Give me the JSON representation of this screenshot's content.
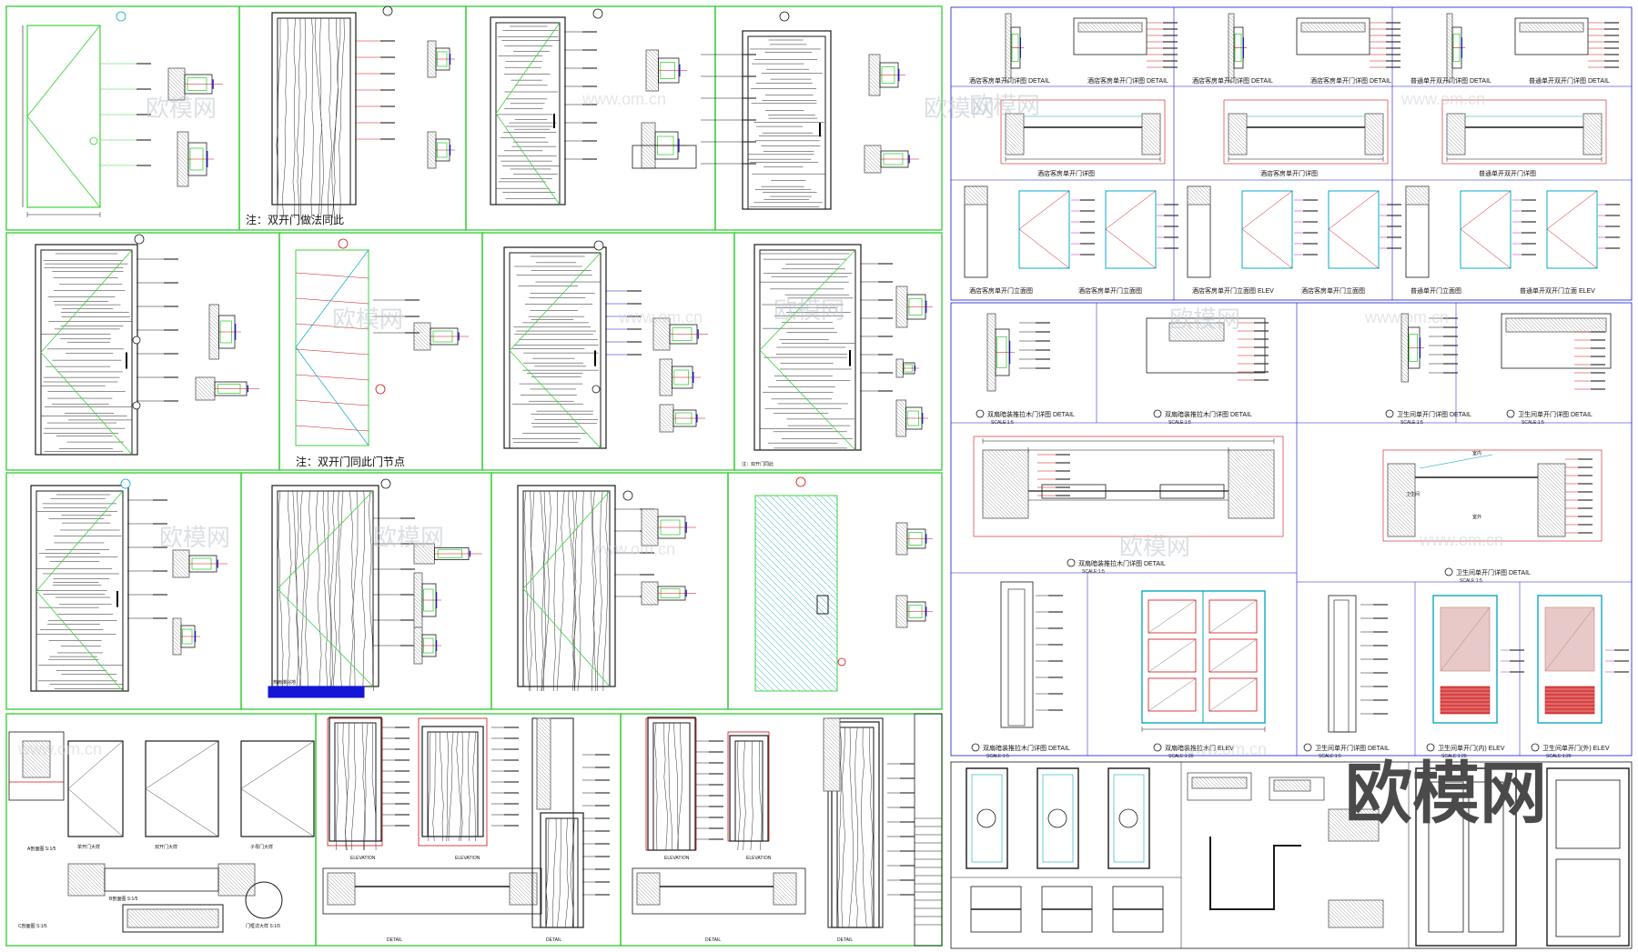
{
  "watermarks": {
    "text": "欧模网",
    "url": "www.om.cn",
    "logo": "欧模网"
  },
  "left_sheet": {
    "note_row1": "注：双开门做法同此",
    "note_row2": "注：双开门同此门节点",
    "row3_label": "热雨淋浴地",
    "bottom_labels": [
      "单开门大样",
      "双开门大样",
      "子母门大样"
    ],
    "section_labels": [
      "A剖面图 S:1/5",
      "B剖面图 S:1/5",
      "C剖面图 S:1/5",
      "门框详大样 S:1/5"
    ],
    "elevation_titles": [
      "ELEVATION",
      "ELEVATION",
      "ELEVATION",
      "ELEVATION"
    ],
    "detail_titles": [
      "DETAIL",
      "DETAIL",
      "DETAIL",
      "DETAIL"
    ]
  },
  "right_sheet": {
    "top_titles": [
      "酒店客房单开门详图 DETAIL",
      "酒店客房单开门详图 DETAIL",
      "酒店客房单开门详图 DETAIL",
      "酒店客房单开门详图 DETAIL",
      "普通单开双开门详图 DETAIL",
      "普通单开双开门详图 DETAIL"
    ],
    "plan_titles": [
      "酒店客房单开门详图",
      "酒店客房单开门详图",
      "普通单开双开门详图"
    ],
    "elev_titles": [
      "酒店客房单开门立面图",
      "酒店客房单开门立面图",
      "酒店客房单开门立面图 ELEV",
      "酒店客房单开门立面图",
      "普通单开门立面图",
      "普通单开双开门立面 ELEV"
    ],
    "mid_titles": {
      "sliding_detail_a": "双扇暗装推拉木门详图  DETAIL",
      "sliding_detail_b": "双扇暗装推拉木门详图  DETAIL",
      "sliding_plan": "双扇暗装推拉木门详图  DETAIL",
      "sliding_section": "双扇暗装推拉木门详图  DETAIL",
      "sliding_elev": "双扇暗装推拉木门  ELEV",
      "wc_detail_a": "卫生间单开门详图  DETAIL",
      "wc_detail_b": "卫生间单开门详图  DETAIL",
      "wc_plan": "卫生间单开门详图  DETAIL",
      "wc_section": "卫生间单开门详图  DETAIL",
      "wc_elev_a": "卫生间单开门(内)  ELEV",
      "wc_elev_b": "卫生间单开门(外)  ELEV"
    },
    "scales": [
      "SCALE:1:5",
      "SCALE:1:20"
    ],
    "room_labels": [
      "室内",
      "室外",
      "卫生间"
    ]
  },
  "colors": {
    "frame_green": "#3fd13f",
    "line_dark": "#1a1a1a",
    "accent_blue": "#1515d8",
    "accent_red": "#d11111",
    "accent_cyan": "#0aa8c2",
    "accent_magenta": "#c21ec2",
    "wall_hatch": "#555555"
  }
}
